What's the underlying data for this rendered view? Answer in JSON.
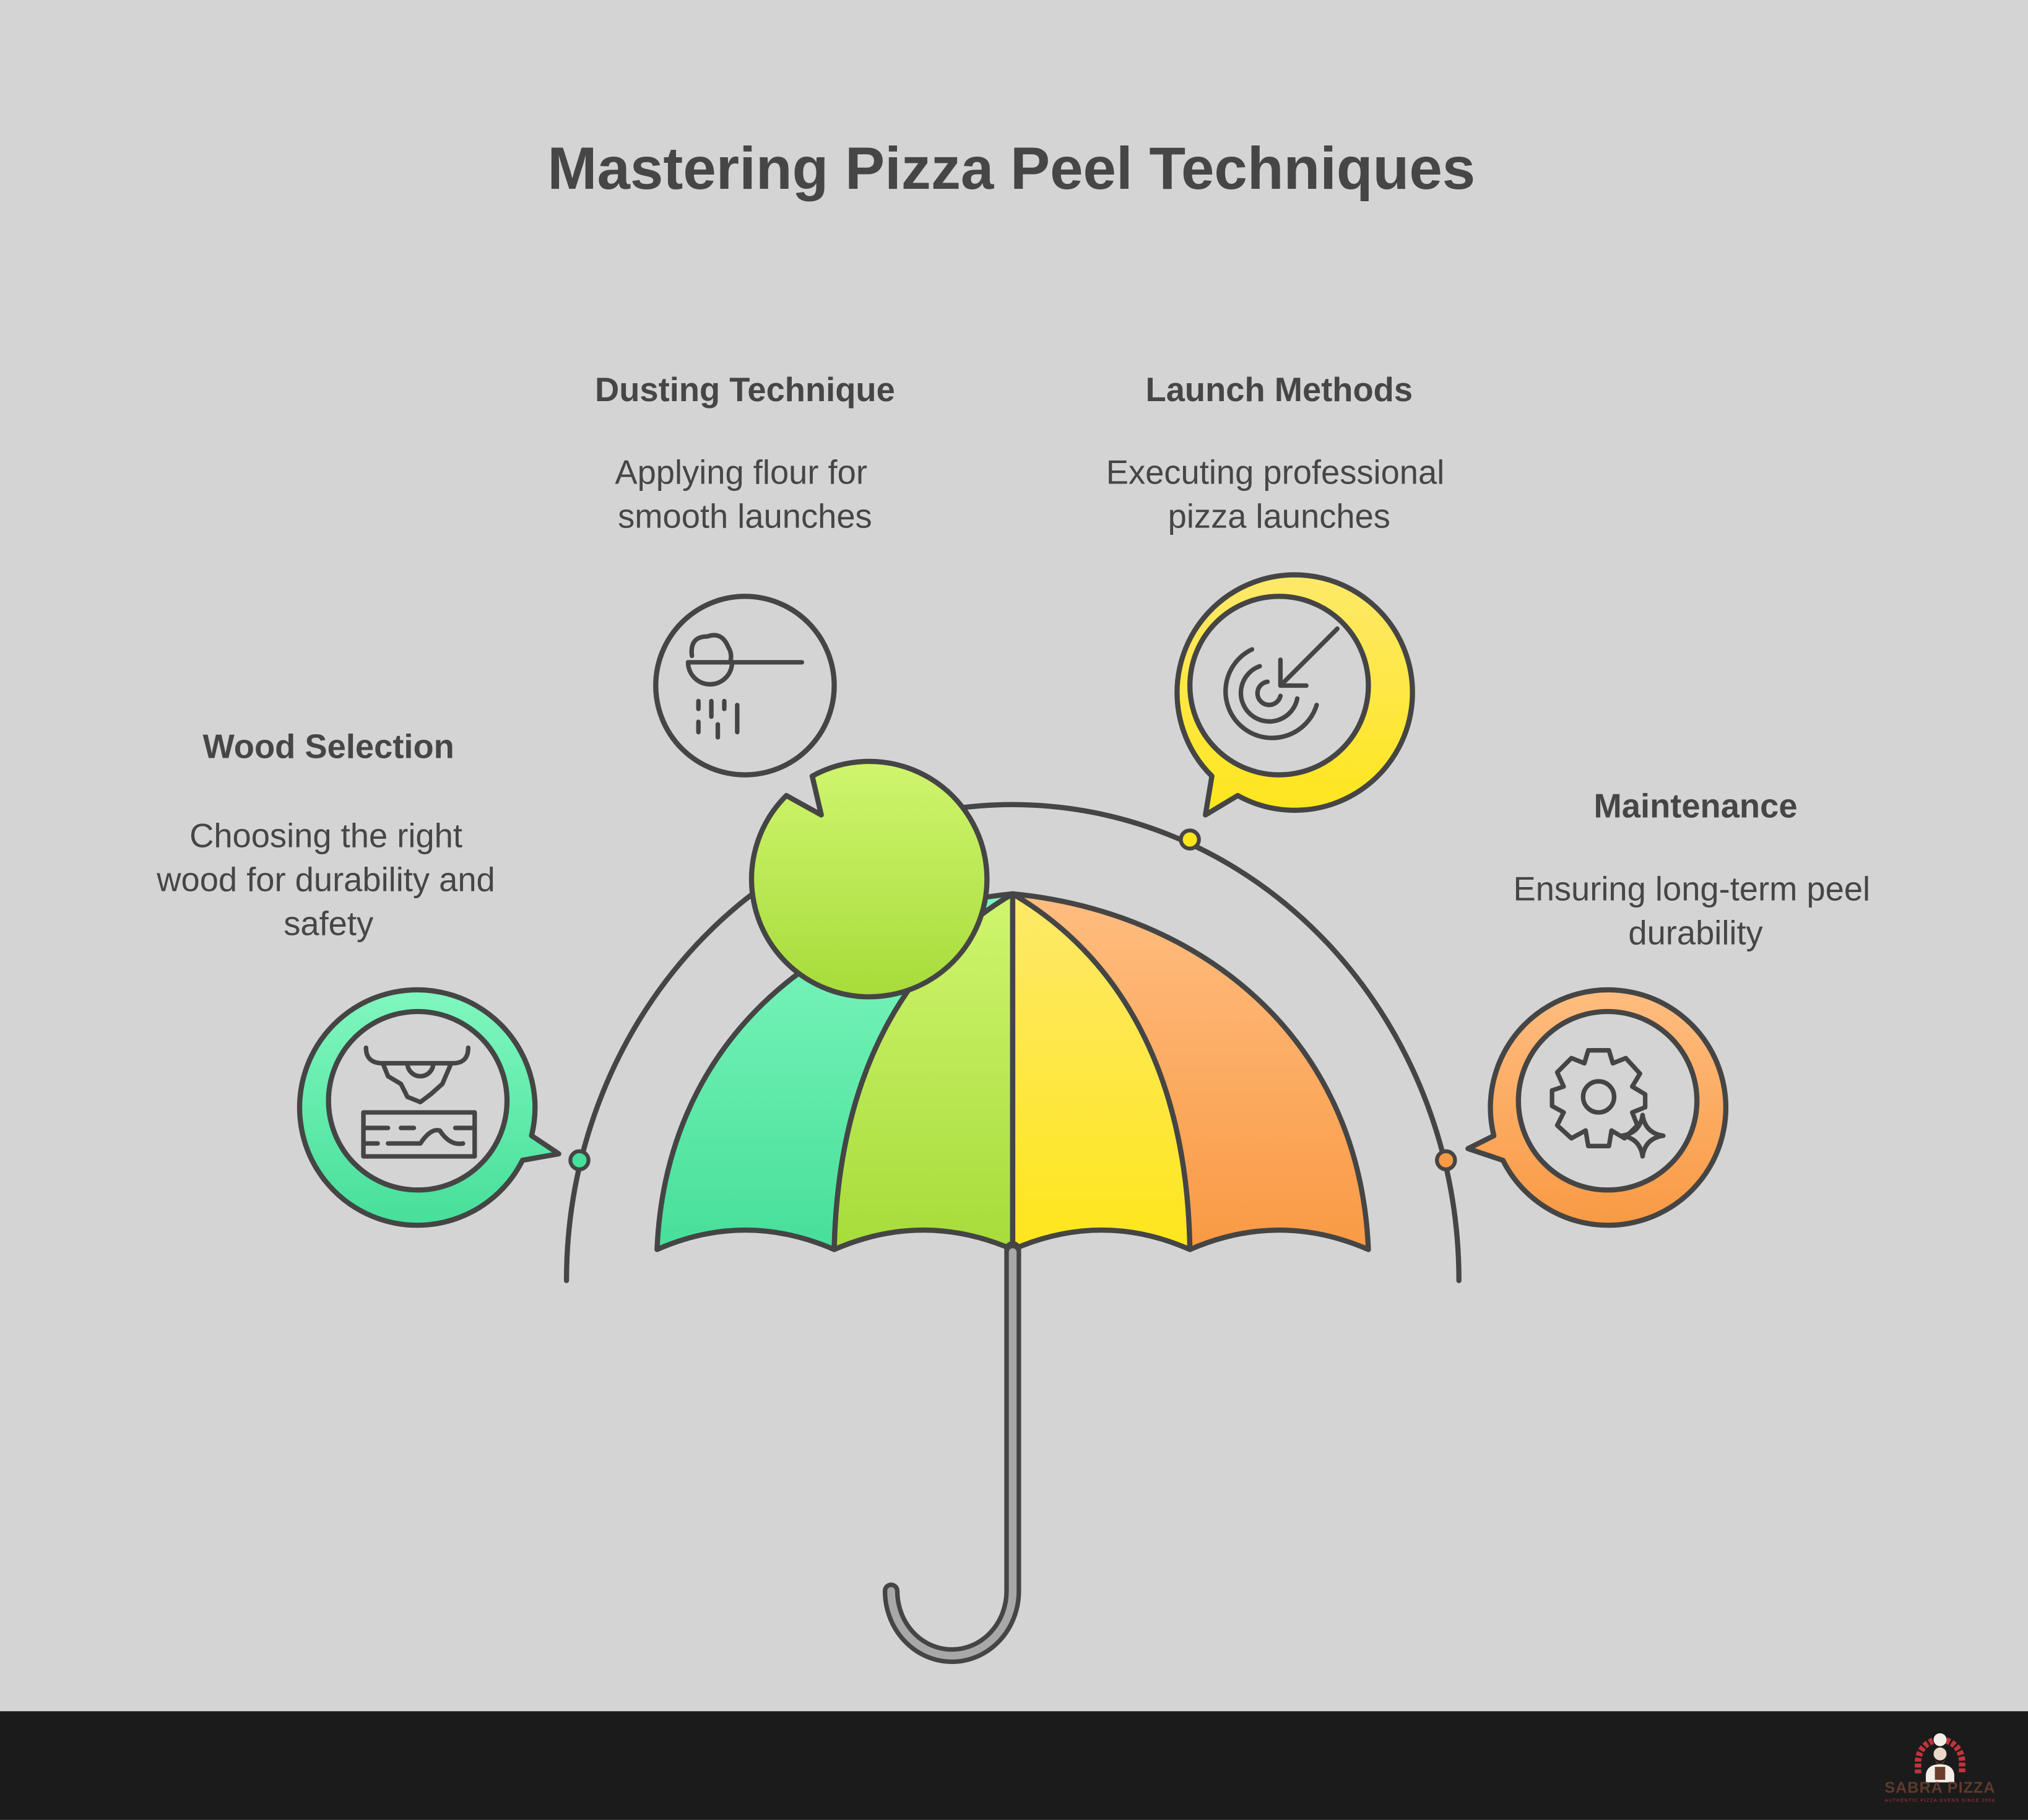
{
  "title": "Mastering Pizza Peel Techniques",
  "items": [
    {
      "heading": "Wood Selection",
      "desc": [
        "Choosing the right",
        "wood for durability and",
        "safety"
      ],
      "icon": "wood-plank-icon",
      "color_top": "#80f7bf",
      "color_bottom": "#47df9a"
    },
    {
      "heading": "Dusting Technique",
      "desc": [
        "Applying flour for",
        "smooth launches"
      ],
      "icon": "flour-scoop-icon",
      "color_top": "#d0f56e",
      "color_bottom": "#a6dc3a"
    },
    {
      "heading": "Launch Methods",
      "desc": [
        "Executing professional",
        "pizza launches"
      ],
      "icon": "target-arrow-icon",
      "color_top": "#fde96a",
      "color_bottom": "#fee61c"
    },
    {
      "heading": "Maintenance",
      "desc": [
        "Ensuring long-term peel",
        "durability"
      ],
      "icon": "gear-sparkle-icon",
      "color_top": "#ffbd80",
      "color_bottom": "#f99a44"
    }
  ],
  "footer": {
    "logo_name": "SABRA PIZZA",
    "logo_tagline": "AUTHENTIC PIZZA OVENS SINCE 2004"
  }
}
